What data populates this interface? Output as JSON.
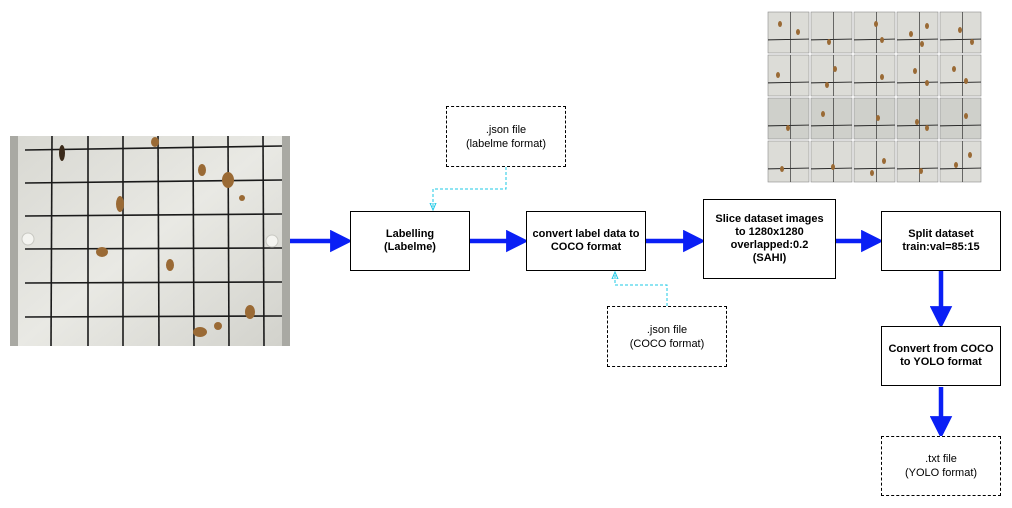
{
  "diagram": {
    "steps": [
      {
        "id": "labelling",
        "label": "Labelling\n(Labelme)"
      },
      {
        "id": "convert-coco",
        "label": "convert label data to\nCOCO format"
      },
      {
        "id": "slice",
        "label": "Slice dataset images\nto 1280x1280\noverlapped:0.2\n(SAHI)"
      },
      {
        "id": "split",
        "label": "Split dataset\ntrain:val=85:15"
      },
      {
        "id": "convert-yolo",
        "label": "Convert from COCO\nto YOLO format"
      }
    ],
    "files": [
      {
        "id": "json-labelme",
        "label": ".json file\n(labelme format)"
      },
      {
        "id": "json-coco",
        "label": ".json file\n(COCO format)"
      },
      {
        "id": "txt-yolo",
        "label": ".txt file\n(YOLO format)"
      }
    ],
    "colors": {
      "flow_arrow": "#0a1ff5",
      "file_arrow": "#1ec8e6",
      "box_border": "#000000"
    }
  }
}
